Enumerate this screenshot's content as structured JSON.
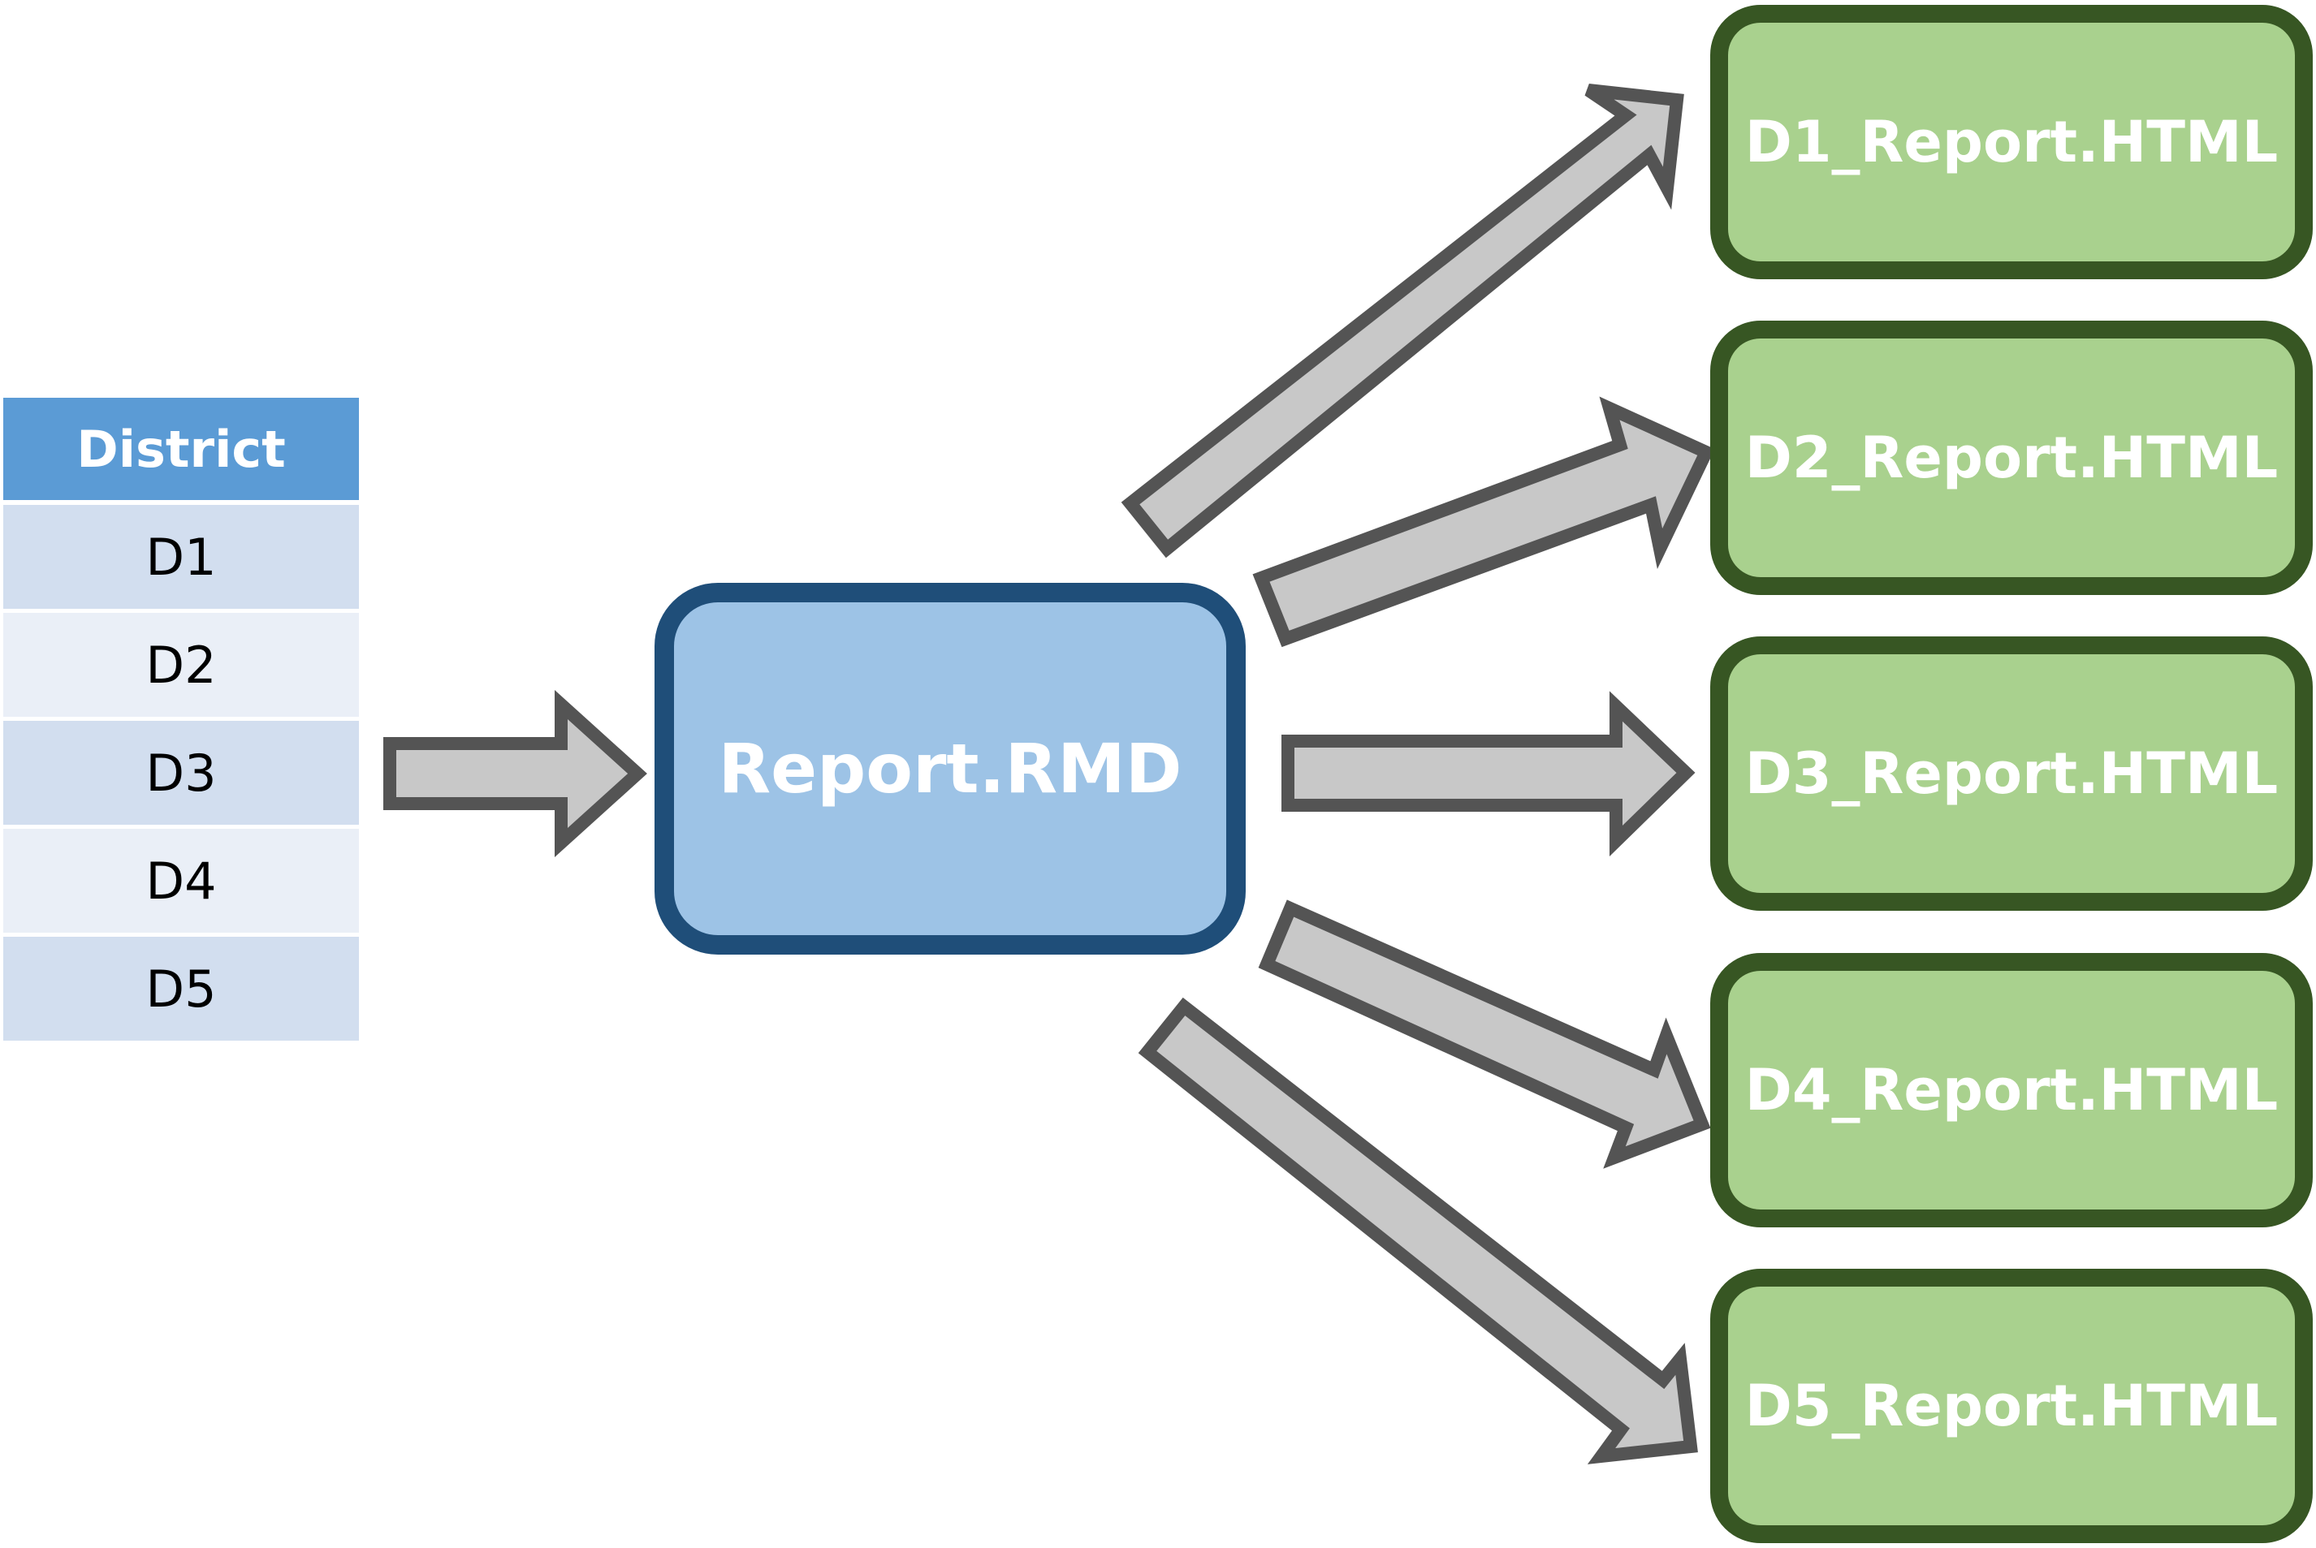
{
  "district_table": {
    "header": "District",
    "rows": [
      "D1",
      "D2",
      "D3",
      "D4",
      "D5"
    ]
  },
  "template": {
    "label": "Report.RMD"
  },
  "outputs": [
    "D1_Report.HTML",
    "D2_Report.HTML",
    "D3_Report.HTML",
    "D4_Report.HTML",
    "D5_Report.HTML"
  ],
  "colors": {
    "table_header": "#5b9bd5",
    "table_row_dark": "#d2deef",
    "table_row_light": "#eaeff7",
    "template_fill": "#9dc3e6",
    "template_border": "#1f4e79",
    "output_fill": "#a9d18e",
    "output_border": "#375623",
    "arrow_fill": "#c8c8c8",
    "arrow_border": "#545454"
  }
}
